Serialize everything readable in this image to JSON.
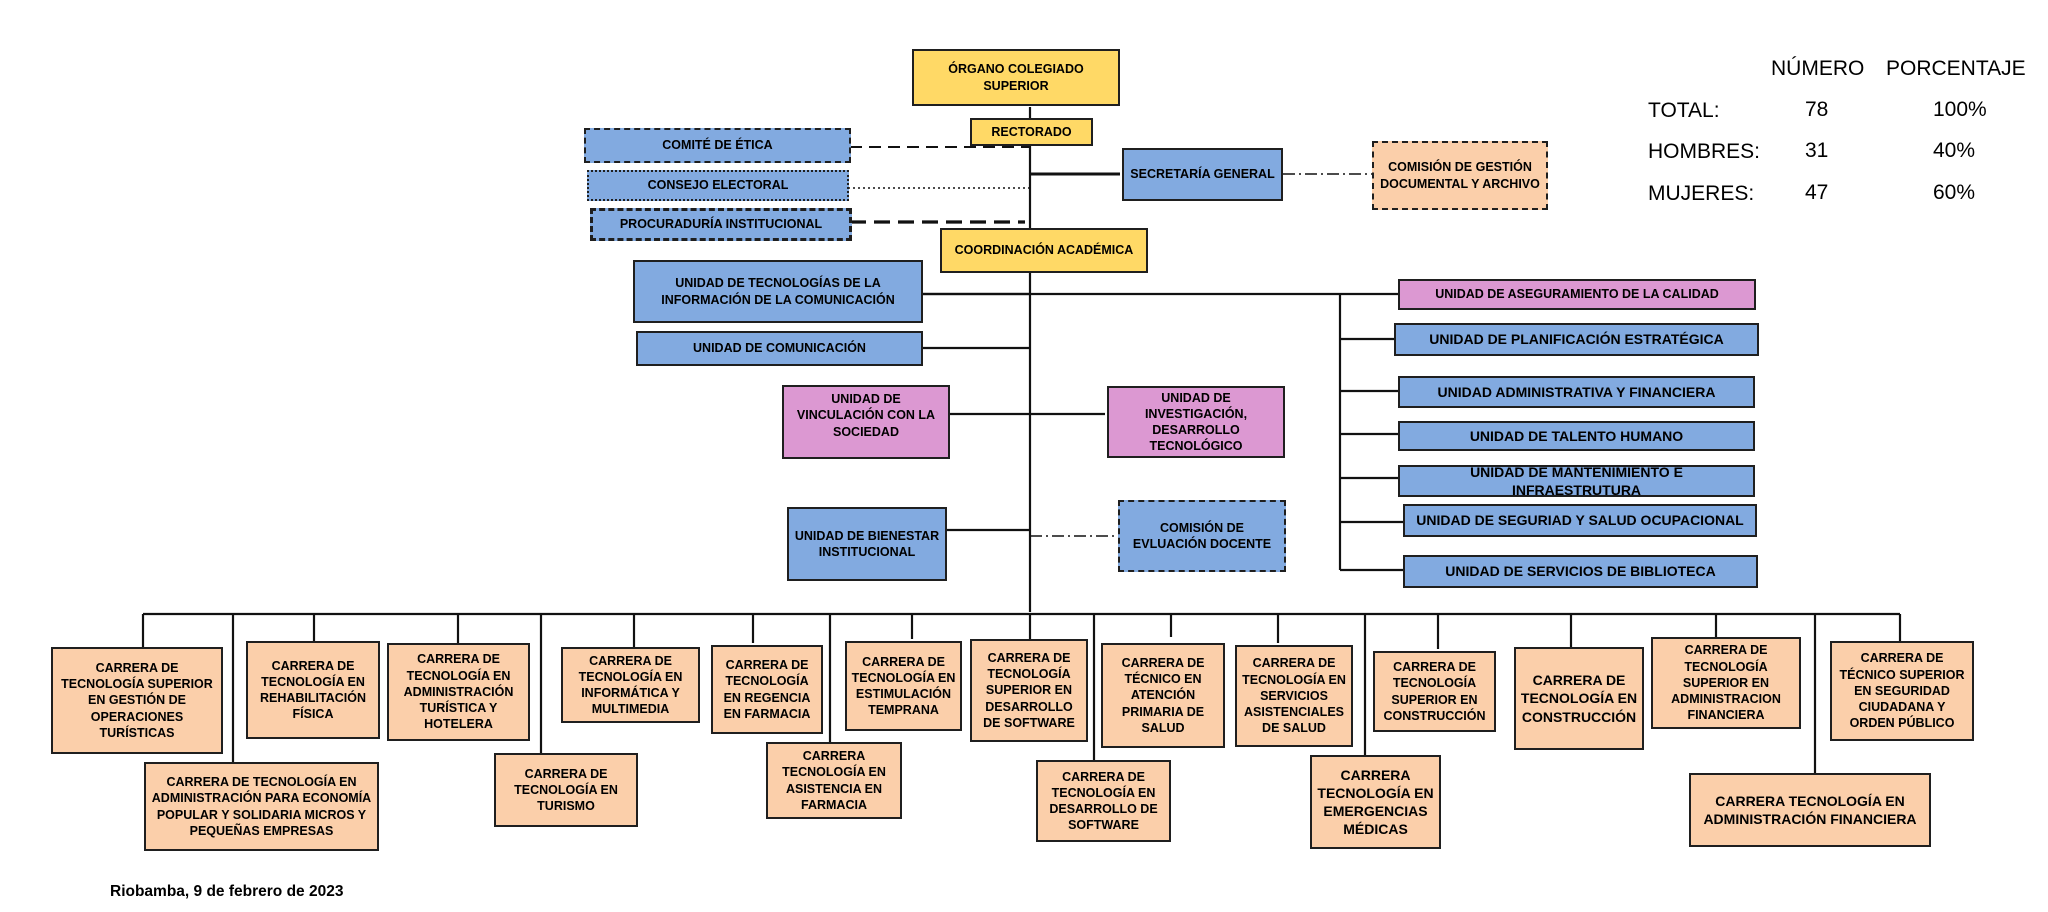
{
  "top": {
    "organo": "ÓRGANO COLEGIADO SUPERIOR",
    "rectorado": "RECTORADO",
    "coordinacion": "COORDINACIÓN ACADÉMICA"
  },
  "left_bodies": {
    "comite_etica": "COMITÉ DE ÉTICA",
    "consejo_electoral": "CONSEJO ELECTORAL",
    "procuraduria": "PROCURADURÍA INSTITUCIONAL"
  },
  "secretaria": "SECRETARÍA GENERAL",
  "comision_gestion": "COMISIÓN DE GESTIÓN DOCUMENTAL Y ARCHIVO",
  "center_units": {
    "tics": "UNIDAD DE TECNOLOGÍAS DE LA INFORMACIÓN DE LA COMUNICACIÓN",
    "comunicacion": "UNIDAD DE COMUNICACIÓN",
    "vinculacion": "UNIDAD DE VINCULACIÓN CON LA SOCIEDAD",
    "investigacion": "UNIDAD DE INVESTIGACIÓN, DESARROLLO TECNOLÓGICO",
    "bienestar": "UNIDAD DE BIENESTAR INSTITUCIONAL",
    "comision_evaluacion": "COMISIÓN DE EVLUACIÓN DOCENTE"
  },
  "right_units": [
    "UNIDAD DE ASEGURAMIENTO DE LA CALIDAD",
    "UNIDAD DE PLANIFICACIÓN ESTRATÉGICA",
    "UNIDAD ADMINISTRATIVA Y FINANCIERA",
    "UNIDAD DE TALENTO HUMANO",
    "UNIDAD DE MANTENIMIENTO E  INFRAESTRUTURA",
    "UNIDAD DE SEGURIAD Y  SALUD OCUPACIONAL",
    "UNIDAD DE SERVICIOS DE BIBLIOTECA"
  ],
  "careers": [
    "CARRERA DE TECNOLOGÍA SUPERIOR EN GESTIÓN DE OPERACIONES TURÍSTICAS",
    "CARRERA DE TECNOLOGÍA EN ADMINISTRACIÓN PARA ECONOMÍA POPULAR Y SOLIDARIA MICROS Y PEQUEÑAS EMPRESAS",
    "CARRERA DE TECNOLOGÍA EN REHABILITACIÓN FÍSICA",
    "CARRERA DE TECNOLOGÍA EN ADMINISTRACIÓN TURÍSTICA Y HOTELERA",
    "CARRERA DE TECNOLOGÍA EN TURISMO",
    "CARRERA DE TECNOLOGÍA EN INFORMÁTICA Y MULTIMEDIA",
    "CARRERA DE TECNOLOGÍA EN REGENCIA EN FARMACIA",
    "CARRERA TECNOLOGÍA EN ASISTENCIA EN FARMACIA",
    "CARRERA DE TECNOLOGÍA EN ESTIMULACIÓN TEMPRANA",
    "CARRERA DE TECNOLOGÍA SUPERIOR EN DESARROLLO DE SOFTWARE",
    "CARRERA DE TECNOLOGÍA EN DESARROLLO DE SOFTWARE",
    "CARRERA DE TÉCNICO EN ATENCIÓN PRIMARIA DE SALUD",
    "CARRERA DE TECNOLOGÍA EN SERVICIOS ASISTENCIALES DE SALUD",
    "CARRERA TECNOLOGÍA EN EMERGENCIAS MÉDICAS",
    "CARRERA DE TECNOLOGÍA SUPERIOR EN CONSTRUCCIÓN",
    "CARRERA DE TECNOLOGÍA EN CONSTRUCCIÓN",
    "CARRERA DE TECNOLOGÍA SUPERIOR EN ADMINISTRACION FINANCIERA",
    "CARRERA TECNOLOGÍA EN ADMINISTRACIÓN FINANCIERA",
    "CARRERA DE TÉCNICO SUPERIOR EN SEGURIDAD CIUDADANA Y ORDEN PÚBLICO"
  ],
  "stats": {
    "header_numero": "NÚMERO",
    "header_porcentaje": "PORCENTAJE",
    "rows": [
      {
        "label": "TOTAL:",
        "numero": "78",
        "porcentaje": "100%"
      },
      {
        "label": "HOMBRES:",
        "numero": "31",
        "porcentaje": "40%"
      },
      {
        "label": "MUJERES:",
        "numero": "47",
        "porcentaje": "60%"
      }
    ]
  },
  "date": "Riobamba, 9 de febrero de 2023",
  "colors": {
    "yellow": "#ffd966",
    "blue": "#82aae0",
    "pink": "#dc98d2",
    "peach": "#fbcfaa"
  }
}
